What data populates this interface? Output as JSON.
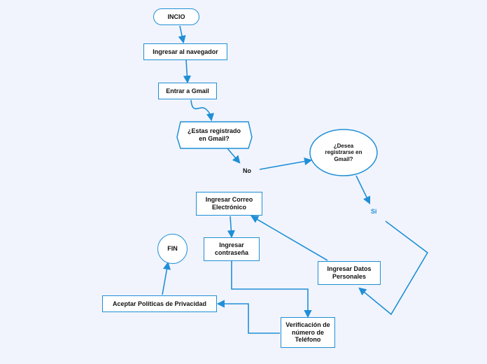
{
  "colors": {
    "background": "#f1f4fd",
    "accent": "#1f8fd6",
    "node_fill": "#ffffff"
  },
  "nodes": {
    "inicio": "INCIO",
    "navegador": "Ingresar al navegador",
    "gmail": "Entrar a Gmail",
    "registrado": "¿Estas registrado en Gmail?",
    "desea": "¿Desea registrarse en Gmail?",
    "correo": "Ingresar Correo Electrónico",
    "contrasena": "Ingresar contraseña",
    "datos": "Ingresar Datos Personales",
    "verificacion": "Verificación de número de Teléfono",
    "politicas": "Aceptar Políticas de Privacidad",
    "fin": "FIN"
  },
  "edge_labels": {
    "no": "No",
    "si": "Si"
  }
}
